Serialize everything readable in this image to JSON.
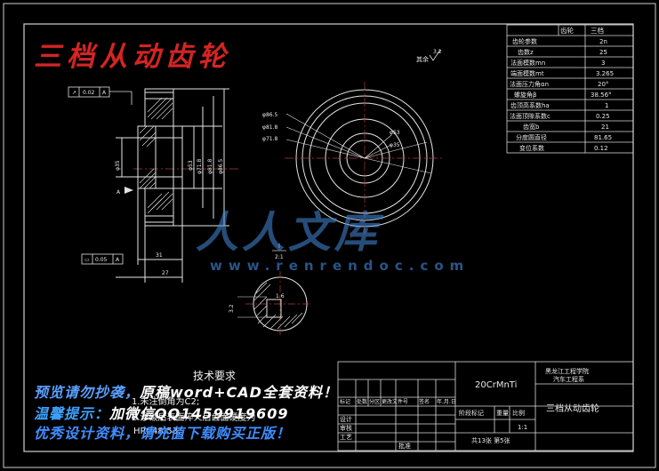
{
  "title": "三档从动齿轮",
  "surface_note": "其余",
  "surface_value": "3.2",
  "tolerance_left_top": {
    "type": "↗",
    "value": "0.02",
    "datum": "A"
  },
  "tolerance_left_bottom": {
    "type": "▭",
    "value": "0.05",
    "datum": "A"
  },
  "dims": {
    "d1": "φ86.5",
    "d2": "φ81.8",
    "d3": "φ71.8",
    "d4": "φ53",
    "d5": "φ35",
    "dim_31": "31",
    "dim_27": "27",
    "section": "I",
    "scale": "2:1",
    "r1": "1.6",
    "r2": "3.2",
    "datum_a": "A"
  },
  "params": {
    "header": [
      "齿轮",
      "三档"
    ],
    "rows": [
      [
        "齿轮参数",
        "2n"
      ],
      [
        "齿数z",
        "25"
      ],
      [
        "法面模数mn",
        "3"
      ],
      [
        "端面模数mt",
        "3.265"
      ],
      [
        "法面压力角αn",
        "20°"
      ],
      [
        "螺旋角β",
        "38.56°"
      ],
      [
        "齿顶高系数ha",
        "1"
      ],
      [
        "法面顶隙系数c",
        "0.25"
      ],
      [
        "齿宽b",
        "21"
      ],
      [
        "分度圆直径",
        "81.65"
      ],
      [
        "变位系数",
        "0.12"
      ]
    ]
  },
  "tech": {
    "title": "技术要求",
    "line1": "1.未注倒角为C2;",
    "line2": "2.渗碳后表面淬火后齿面硬度为",
    "line3": "HRC48-53."
  },
  "titleblock": {
    "material": "20CrMnTi",
    "school": "黑龙江工程学院",
    "dept": "汽车工程系",
    "part": "三档从动齿轮",
    "scale_label": "比例",
    "scale_value": "1:1",
    "weight_label": "重量",
    "stage_label": "阶段标记",
    "sheet": "共13张  第5张",
    "design": "设计",
    "review": "审核",
    "process": "工艺",
    "approve": "批准",
    "mark_cols": [
      "标记",
      "处数",
      "分区",
      "更改文件号",
      "签名",
      "年.月.日"
    ]
  },
  "watermarks": {
    "line1a": "预览请勿抄袭，",
    "line1b": "原稿word+CAD全套资料！",
    "line2a": "温馨提示：",
    "line2b": "加微信QQ1459919609",
    "line3": "优秀设计资料，请充值下载购买正版！",
    "big": "人人文库",
    "url": "www.renrendoc.com"
  }
}
